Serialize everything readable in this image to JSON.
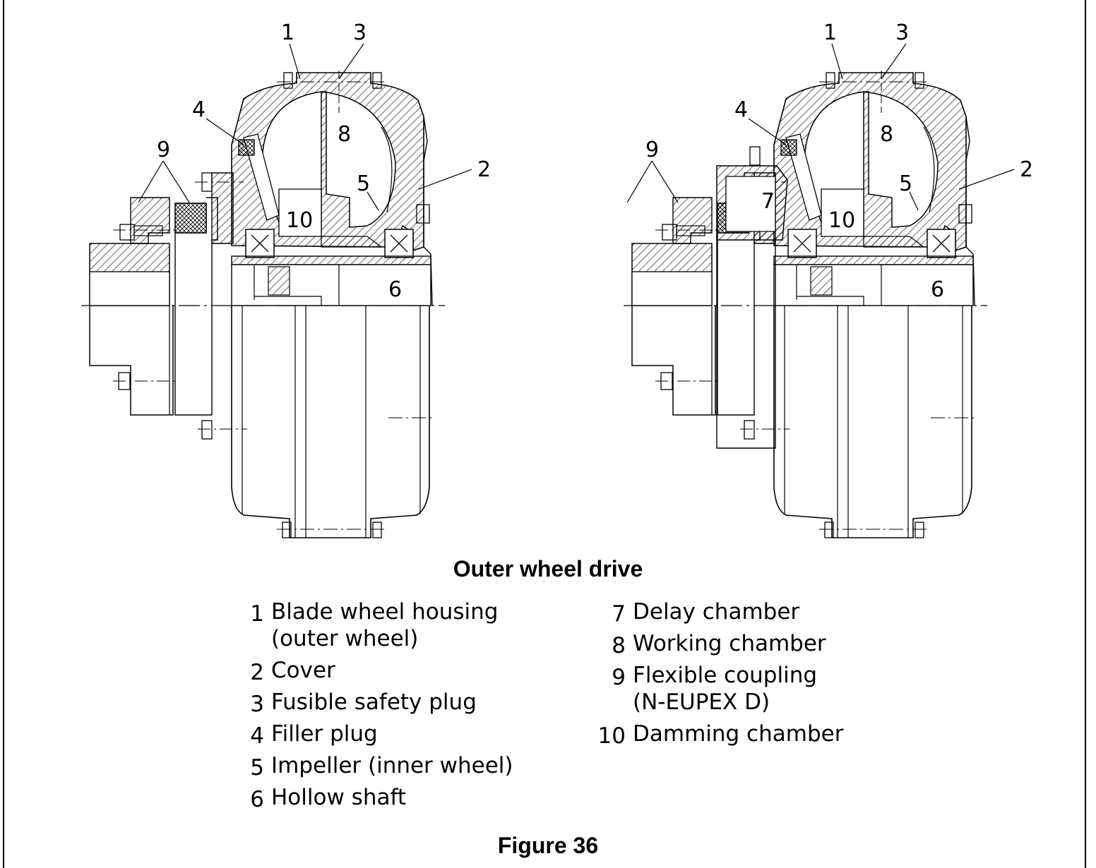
{
  "caption": "Outer wheel drive",
  "figure_label": "Figure 36",
  "legend": [
    {
      "n": "1",
      "text": "Blade wheel housing\n(outer wheel)"
    },
    {
      "n": "2",
      "text": "Cover"
    },
    {
      "n": "3",
      "text": "Fusible safety plug"
    },
    {
      "n": "4",
      "text": "Filler plug"
    },
    {
      "n": "5",
      "text": "Impeller (inner wheel)"
    },
    {
      "n": "6",
      "text": "Hollow shaft"
    },
    {
      "n": "7",
      "text": "Delay chamber"
    },
    {
      "n": "8",
      "text": "Working chamber"
    },
    {
      "n": "9",
      "text": "Flexible coupling\n(N-EUPEX D)"
    },
    {
      "n": "10",
      "text": "Damming chamber"
    }
  ],
  "left_diagram_labels": [
    "1",
    "3",
    "4",
    "9",
    "8",
    "2",
    "5",
    "10",
    "6"
  ],
  "right_diagram_labels": [
    "1",
    "3",
    "4",
    "9",
    "8",
    "2",
    "5",
    "7",
    "10",
    "6"
  ]
}
